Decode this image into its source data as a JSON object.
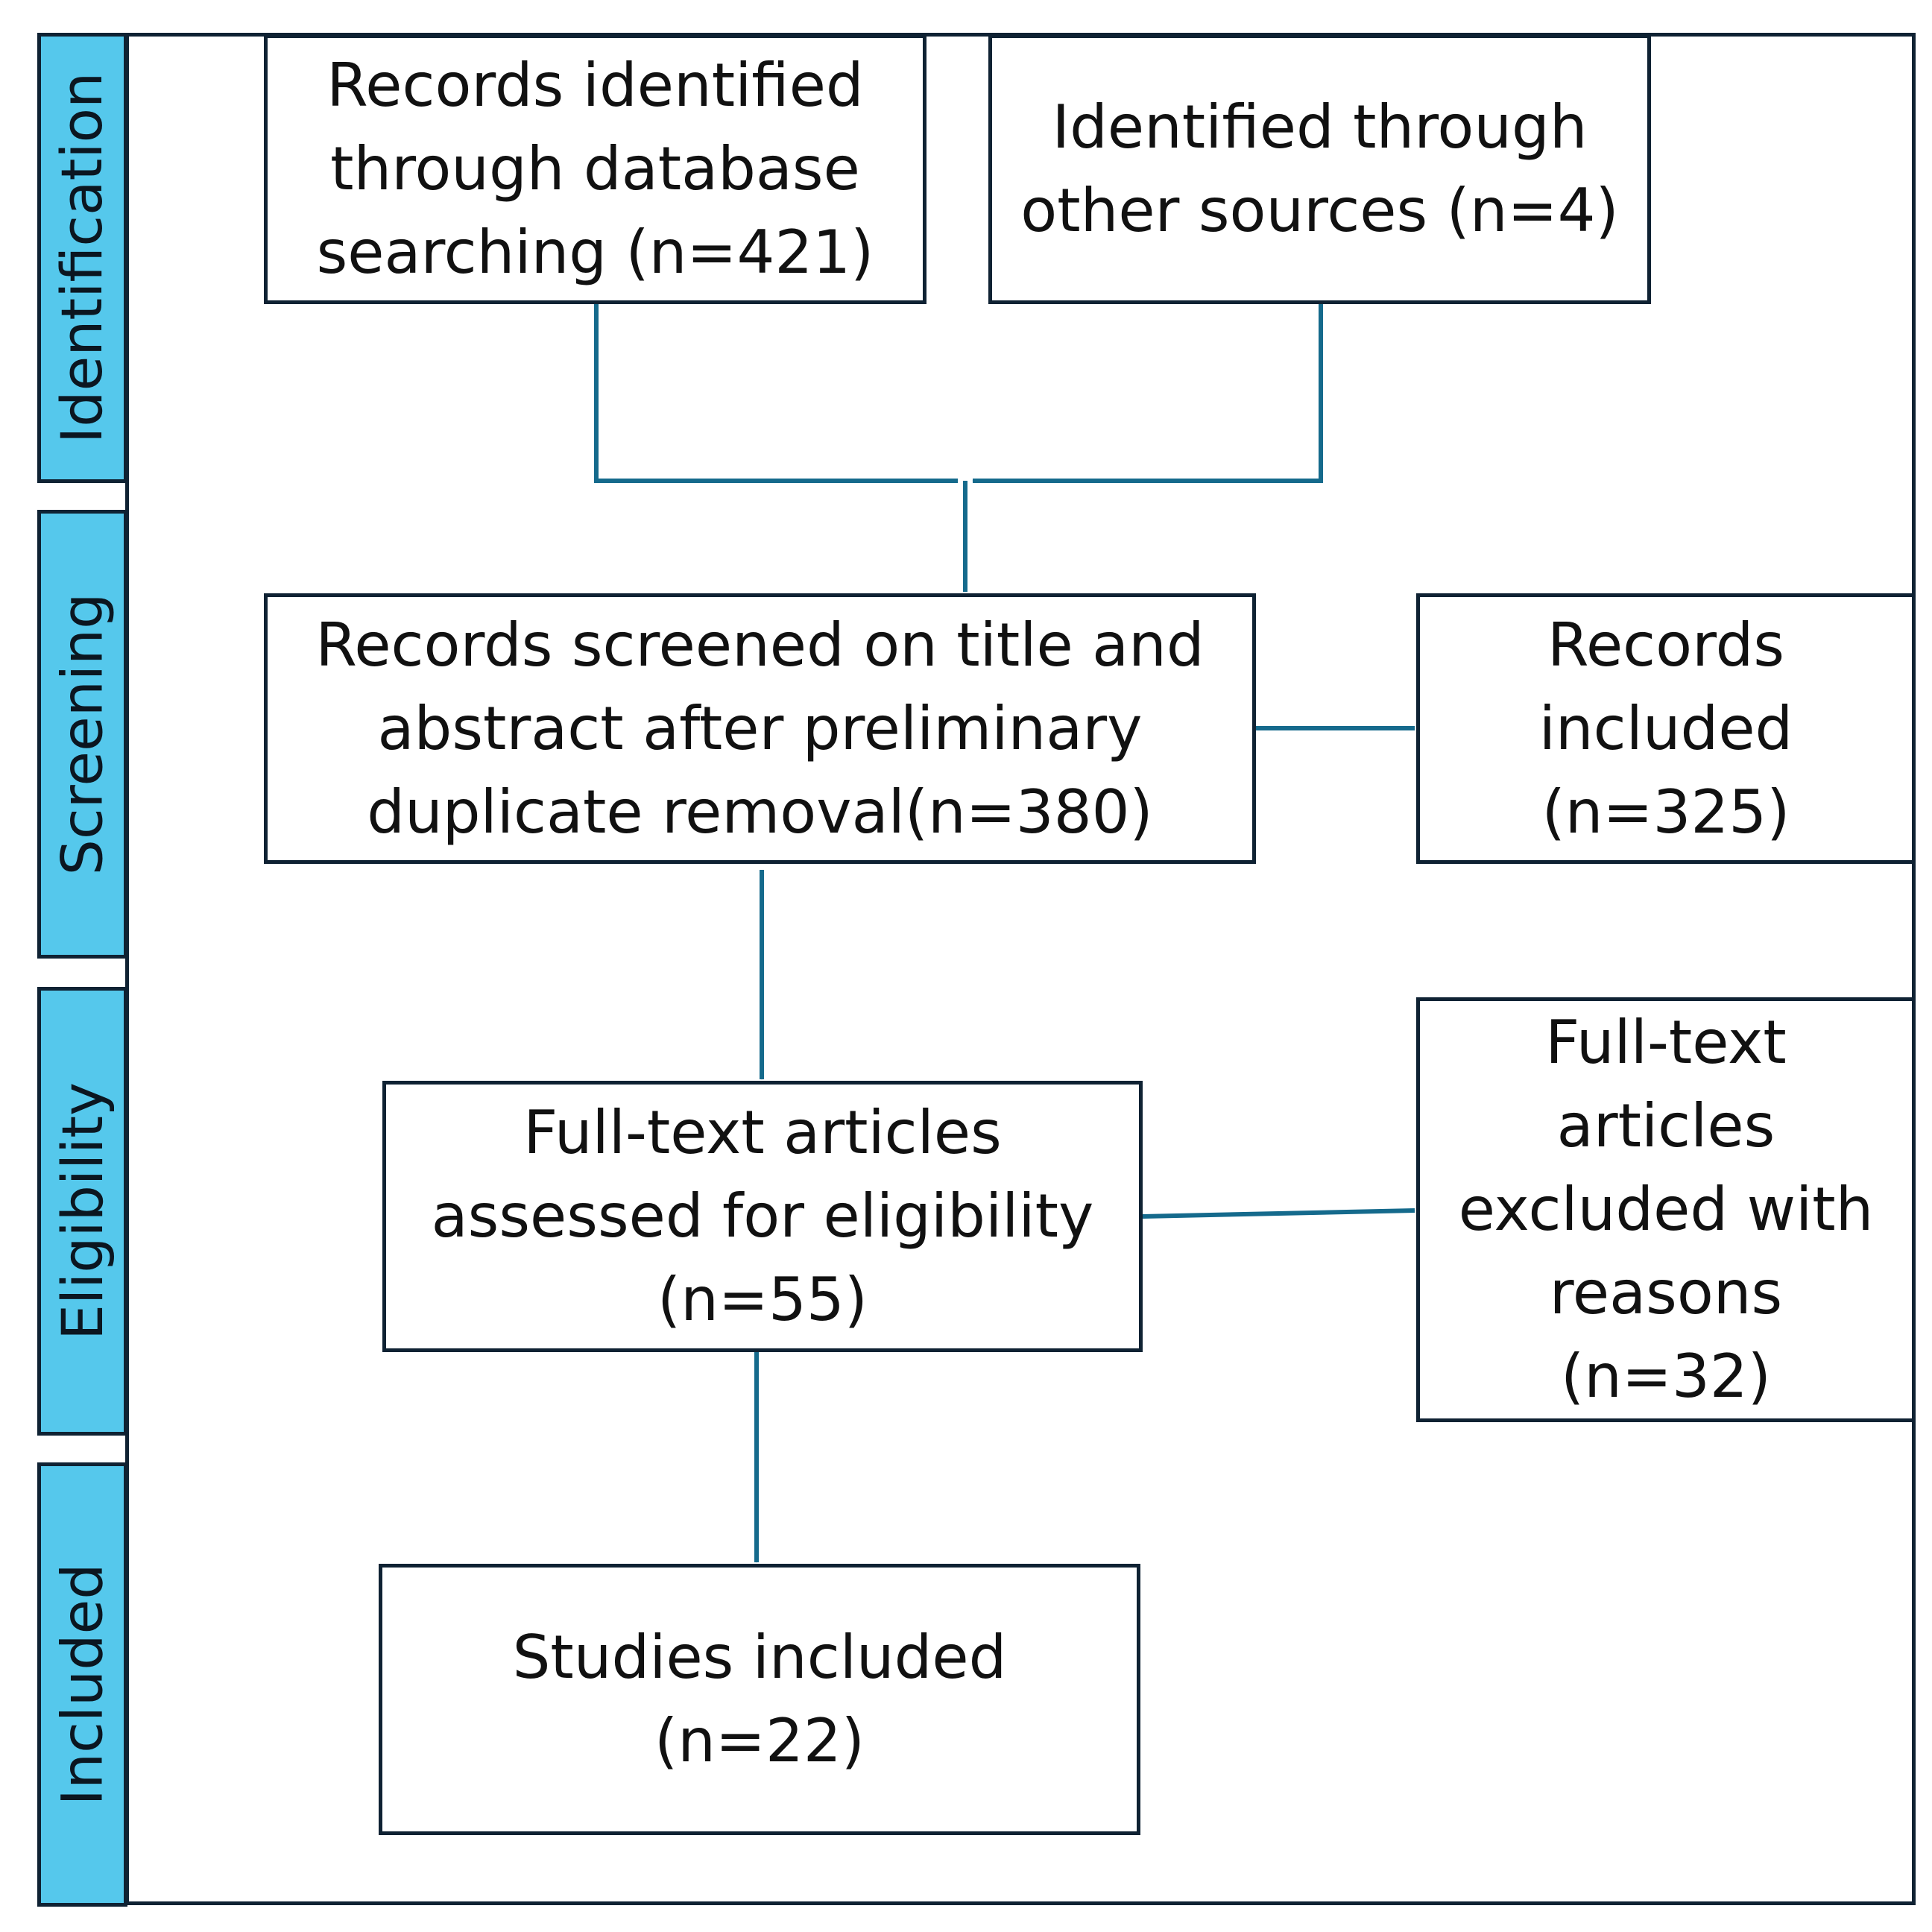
{
  "colors": {
    "stage_fill": "#55c8ec",
    "border": "#0f2233",
    "arrow": "#156a8c"
  },
  "stages": [
    {
      "id": "identification",
      "label": "Identification"
    },
    {
      "id": "screening",
      "label": "Screening"
    },
    {
      "id": "eligibility",
      "label": "Eligibility"
    },
    {
      "id": "included",
      "label": "Included"
    }
  ],
  "boxes": {
    "database": "Records identified\nthrough database\nsearching (n=421)",
    "other": "Identified through\nother sources (n=4)",
    "screened": "Records screened on title and\nabstract after preliminary\nduplicate removal(n=380)",
    "records_included": "Records\nincluded\n(n=325)",
    "fulltext": "Full-text articles\nassessed for eligibility\n(n=55)",
    "excluded": "Full-text\narticles\nexcluded with\nreasons\n(n=32)",
    "studies": "Studies included\n(n=22)"
  }
}
